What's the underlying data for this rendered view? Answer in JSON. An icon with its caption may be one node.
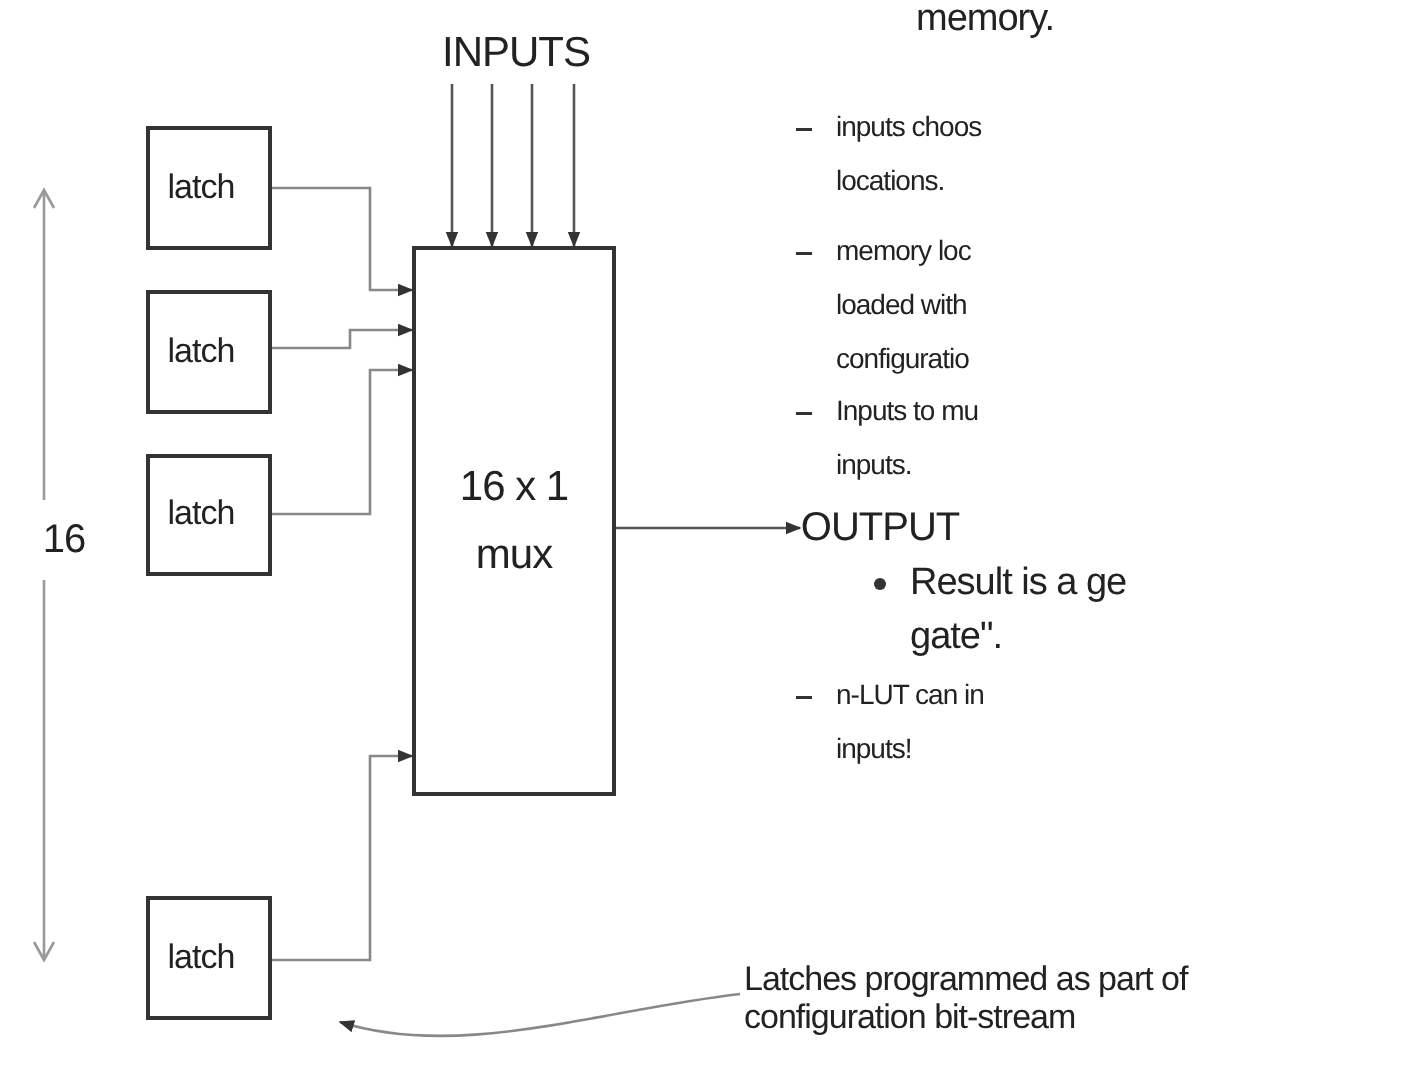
{
  "diagram": {
    "nodes": [
      {
        "text": [
          "INPUTS"
        ]
      },
      {
        "text": [
          "latch"
        ]
      },
      {
        "text": [
          "latch"
        ]
      },
      {
        "text": [
          "latch"
        ]
      },
      {
        "text": [
          "16 x 1 mux"
        ]
      },
      {
        "text": [
          "OUTPUT"
        ]
      },
      {
        "text": [
          "latch"
        ]
      },
      {
        "text": [
          "Latches programmed as part of configuration bit-stream"
        ]
      }
    ],
    "edges": [
      {
        "from": 0,
        "to": 4,
        "arrow": "to"
      },
      {
        "from": 0,
        "to": 4,
        "arrow": "to"
      },
      {
        "from": 0,
        "to": 4,
        "arrow": "to"
      },
      {
        "from": 0,
        "to": 4,
        "arrow": "to"
      },
      {
        "from": 1,
        "to": 4,
        "arrow": "to"
      },
      {
        "from": 2,
        "to": 4,
        "arrow": "to"
      },
      {
        "from": 3,
        "to": 4,
        "arrow": "to"
      },
      {
        "from": 6,
        "to": 4,
        "arrow": "to"
      },
      {
        "from": 4,
        "to": 5,
        "arrow": "to"
      },
      {
        "from": 7,
        "to": null,
        "arrow": "to"
      }
    ],
    "labels": [
      "16",
      "memory.",
      "inputs choos locations.",
      "memory loc loaded with configuratio",
      "Inputs to mu inputs.",
      "Result is a ge gate\".",
      "n-LUT can in inputs!"
    ]
  }
}
